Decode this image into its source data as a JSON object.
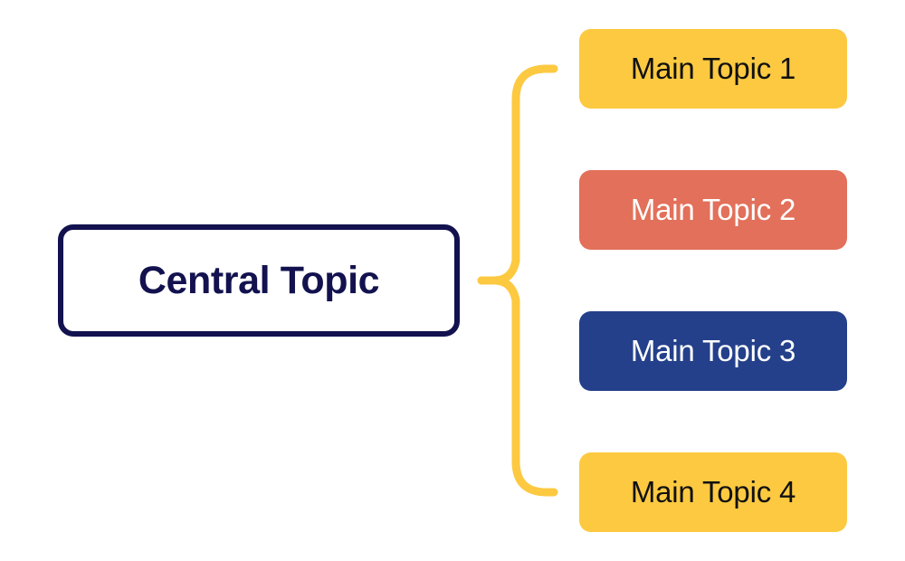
{
  "diagram": {
    "type": "mind-map",
    "background_color": "#ffffff",
    "central": {
      "label": "Central Topic",
      "fill": "#ffffff",
      "border_color": "#13124f",
      "text_color": "#13124f"
    },
    "connector": {
      "name": "curly-brace-connector",
      "color": "#fcc941",
      "stroke_width": 9
    },
    "topics": [
      {
        "label": "Main Topic 1",
        "fill": "#fcc941",
        "text_color": "#111111"
      },
      {
        "label": "Main Topic 2",
        "fill": "#e2705a",
        "text_color": "#ffffff"
      },
      {
        "label": "Main Topic 3",
        "fill": "#24408a",
        "text_color": "#ffffff"
      },
      {
        "label": "Main Topic 4",
        "fill": "#fcc941",
        "text_color": "#111111"
      }
    ]
  }
}
